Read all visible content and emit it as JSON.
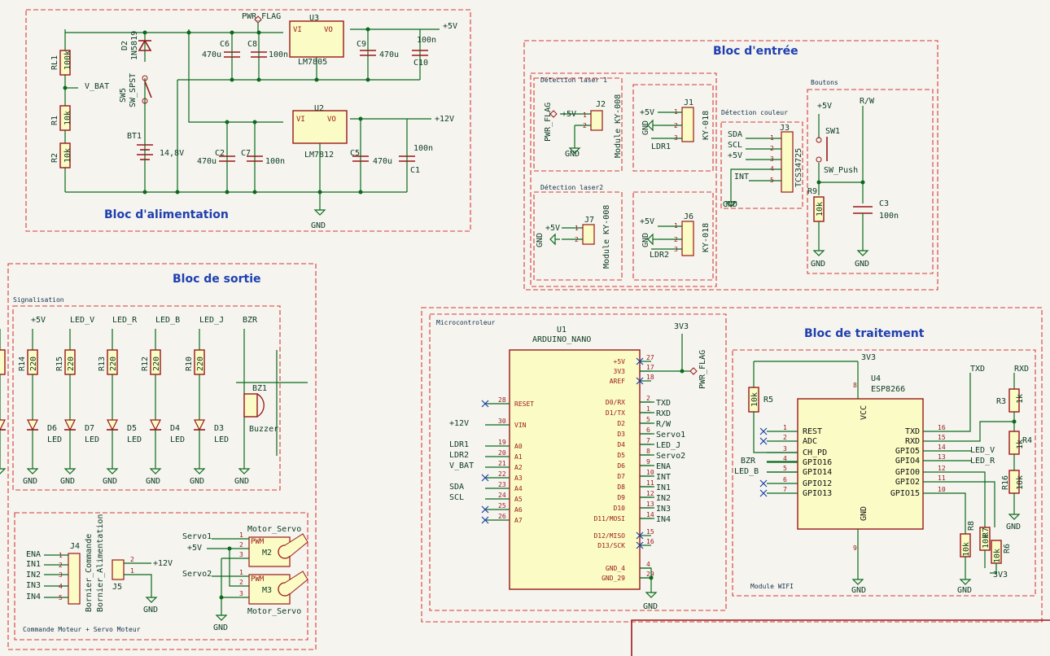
{
  "blocks": {
    "alim": "Bloc d'alimentation",
    "entree": "Bloc d'entrée",
    "sortie": "Bloc de sortie",
    "traitement": "Bloc de traitement"
  },
  "subs": {
    "laser1": "Détection laser 1",
    "laser2": "Détection laser2",
    "boutons": "Boutons",
    "couleur": "Détection couleur",
    "signal": "Signalisation",
    "cmd": "Commande Moteur + Servo Moteur",
    "micro": "Microcontroleur",
    "wifi": "Module WIFI"
  },
  "power": {
    "p5": "+5V",
    "p12": "+12V",
    "p3v3": "3V3",
    "gnd": "GND",
    "pwrflag": "PWR_FLAG",
    "bat_v": "V_BAT",
    "u3": "U3",
    "u3v": "LM7805",
    "u2": "U2",
    "u2v": "LM7812",
    "vi": "VI",
    "vo": "VO",
    "gndp": "GND",
    "c6": "C6",
    "c6v": "470u",
    "c8": "C8",
    "c8v": "100n",
    "c9": "C9",
    "c9v": "470u",
    "c10": "C10",
    "c10v": "100n",
    "c2": "C2",
    "c2v": "470u",
    "c7": "C7",
    "c7v": "100n",
    "c5": "C5",
    "c5v": "470u",
    "c1": "C1",
    "c1v": "100n",
    "rl1": "RL1",
    "rl1v": "100k",
    "r1": "R1",
    "r1v": "10k",
    "r2": "R2",
    "r2v": "10k",
    "d2": "D2",
    "d2v": "1N5819",
    "sw5": "SW5",
    "sw5v": "SW_SPST",
    "bt1": "BT1",
    "bt1v": "14,8V"
  },
  "entree": {
    "j2": "J2",
    "j2v": "Module KY-008",
    "j1": "J1",
    "j1v": "KY-018",
    "ldr1": "LDR1",
    "j7": "J7",
    "j7v": "Module KY-008",
    "j6": "J6",
    "j6v": "KY-018",
    "ldr2": "LDR2",
    "j3": "J3",
    "j3v": "TCS34725",
    "sda": "SDA",
    "scl": "SCL",
    "int": "INT",
    "sw1": "SW1",
    "sw1v": "SW_Push",
    "rw": "R/W",
    "r9": "R9",
    "r9v": "10k",
    "c3": "C3",
    "c3v": "100n"
  },
  "sortie": {
    "led_v": "LED_V",
    "led_r": "LED_R",
    "led_b": "LED_B",
    "led_j": "LED_J",
    "bzr": "BZR",
    "r14": "R14",
    "r15": "R15",
    "r13": "R13",
    "r12": "R12",
    "r10": "R10",
    "r220": "220",
    "d6": "D6",
    "d7": "D7",
    "d5": "D5",
    "d4": "D4",
    "d3": "D3",
    "led": "LED",
    "bz1": "BZ1",
    "bz1v": "Buzzer",
    "j4": "J4",
    "j4v": "Bornier_Commande",
    "j5": "J5",
    "j5v": "Bornier_Alimentation",
    "ena": "ENA",
    "in1": "IN1",
    "in2": "IN2",
    "in3": "IN3",
    "in4": "IN4",
    "servo1": "Servo1",
    "servo2": "Servo2",
    "motor": "Motor_Servo",
    "m2": "M2",
    "m3": "M3",
    "pwm": "PWM"
  },
  "mcu": {
    "u1": "U1",
    "u1v": "ARDUINO_NANO",
    "left_pins": [
      {
        "name": "RESET",
        "num": "28"
      },
      {
        "name": "VIN",
        "num": "30"
      },
      {
        "name": "A0",
        "num": "19"
      },
      {
        "name": "A1",
        "num": "20"
      },
      {
        "name": "A2",
        "num": "21"
      },
      {
        "name": "A3",
        "num": "22"
      },
      {
        "name": "A4",
        "num": "23"
      },
      {
        "name": "A5",
        "num": "24"
      },
      {
        "name": "A6",
        "num": "25"
      },
      {
        "name": "A7",
        "num": "26"
      }
    ],
    "left_nets": {
      "vin": "+12V",
      "a0": "LDR1",
      "a1": "LDR2",
      "a2": "V_BAT",
      "a4": "SDA",
      "a5": "SCL"
    },
    "right_pins": [
      {
        "name": "+5V",
        "num": "27",
        "net": ""
      },
      {
        "name": "3V3",
        "num": "17",
        "net": ""
      },
      {
        "name": "AREF",
        "num": "18",
        "net": ""
      },
      {
        "name": "D0/RX",
        "num": "2",
        "net": "TXD"
      },
      {
        "name": "D1/TX",
        "num": "1",
        "net": "RXD"
      },
      {
        "name": "D2",
        "num": "5",
        "net": "R/W"
      },
      {
        "name": "D3",
        "num": "6",
        "net": "Servo1"
      },
      {
        "name": "D4",
        "num": "7",
        "net": "LED_J"
      },
      {
        "name": "D5",
        "num": "8",
        "net": "Servo2"
      },
      {
        "name": "D6",
        "num": "9",
        "net": "ENA"
      },
      {
        "name": "D7",
        "num": "10",
        "net": "INT"
      },
      {
        "name": "D8",
        "num": "11",
        "net": "IN1"
      },
      {
        "name": "D9",
        "num": "12",
        "net": "IN2"
      },
      {
        "name": "D10",
        "num": "13",
        "net": "IN3"
      },
      {
        "name": "D11/MOSI",
        "num": "14",
        "net": "IN4"
      },
      {
        "name": "D12/MISO",
        "num": "15",
        "net": ""
      },
      {
        "name": "D13/SCK",
        "num": "16",
        "net": ""
      },
      {
        "name": "GND_4",
        "num": "4",
        "net": ""
      },
      {
        "name": "GND_29",
        "num": "29",
        "net": ""
      }
    ]
  },
  "wifi": {
    "u4": "U4",
    "u4v": "ESP8266",
    "vcc": "VCC",
    "gnd": "GND",
    "left_pins": [
      {
        "name": "REST",
        "num": "1"
      },
      {
        "name": "ADC",
        "num": "2"
      },
      {
        "name": "CH_PD",
        "num": "3"
      },
      {
        "name": "GPIO16",
        "num": "4"
      },
      {
        "name": "GPIO14",
        "num": "5"
      },
      {
        "name": "GPIO12",
        "num": "6"
      },
      {
        "name": "GPIO13",
        "num": "7"
      }
    ],
    "right_pins": [
      {
        "name": "TXD",
        "num": "16"
      },
      {
        "name": "RXD",
        "num": "15"
      },
      {
        "name": "GPIO5",
        "num": "14"
      },
      {
        "name": "GPIO4",
        "num": "13"
      },
      {
        "name": "GPIO0",
        "num": "12"
      },
      {
        "name": "GPIO2",
        "num": "11"
      },
      {
        "name": "GPIO15",
        "num": "10"
      }
    ],
    "vcc_num": "8",
    "gnd_num": "9",
    "txd": "TXD",
    "rxd": "RXD",
    "bzr": "BZR",
    "led_b": "LED_B",
    "led_v": "LED_V",
    "led_r": "LED_R",
    "r5": "R5",
    "r3": "R3",
    "r4": "R4",
    "r16": "R16",
    "r8": "R8",
    "r7": "R7",
    "r6": "R6",
    "r10k": "10k",
    "r1k": "1k"
  }
}
